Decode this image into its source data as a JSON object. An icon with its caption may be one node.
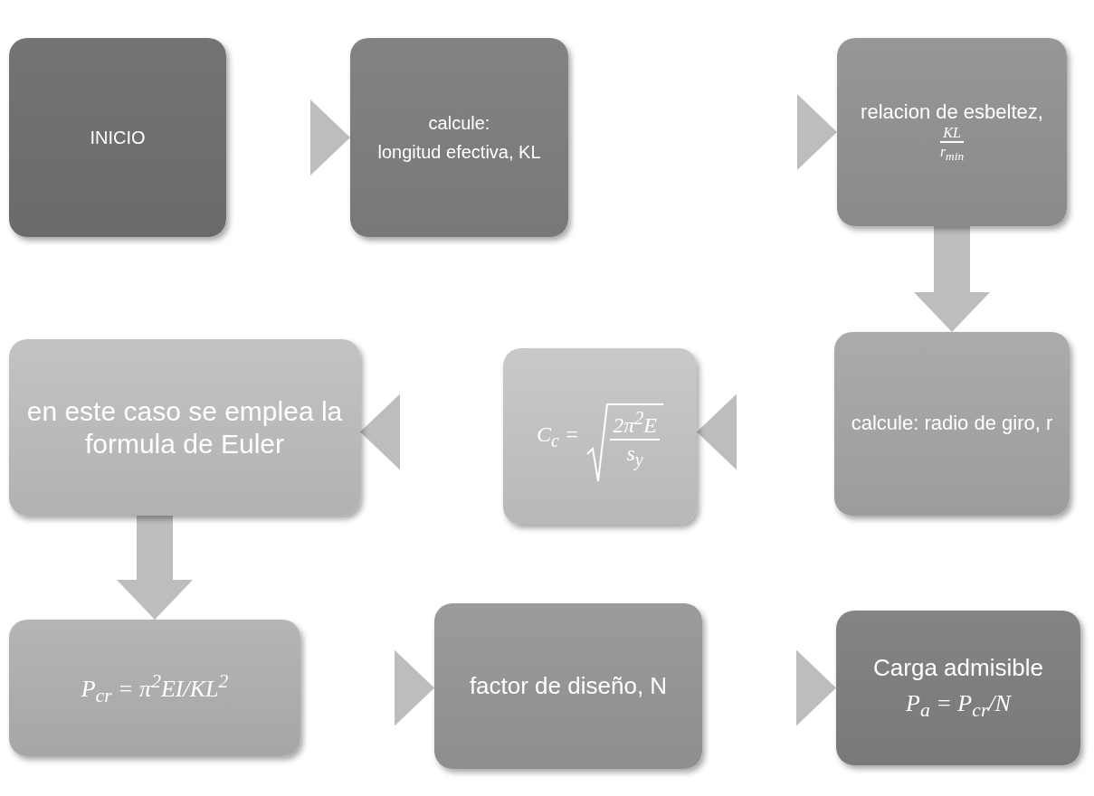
{
  "diagram": {
    "nodes": [
      {
        "text": [
          "INICIO"
        ]
      },
      {
        "text": [
          "calcule:",
          "longitud efectiva, KL"
        ]
      },
      {
        "text": [
          "relacion de esbeltez,",
          "KL",
          "r$_{min}$"
        ]
      },
      {
        "text": [
          "calcule: radio de giro, r"
        ]
      },
      {
        "text": [
          "C$_{c}$ =",
          "2π$^{2}$E",
          "s$_{y}$"
        ]
      },
      {
        "text": [
          "en este caso se emplea la formula de Euler"
        ]
      },
      {
        "text": [
          "P$_{cr}$ = π$^{2}$EI/KL$^{2}$"
        ]
      },
      {
        "text": [
          "factor de diseño, N"
        ]
      },
      {
        "text": [
          "Carga admisible",
          "P$_{a}$ = P$_{cr}$/N"
        ]
      }
    ],
    "edges": [
      {
        "from": 0,
        "to": 1,
        "arrow": "to"
      },
      {
        "from": 1,
        "to": 2,
        "arrow": "to"
      },
      {
        "from": 2,
        "to": 3,
        "arrow": "to"
      },
      {
        "from": 3,
        "to": 4,
        "arrow": "to"
      },
      {
        "from": 4,
        "to": 5,
        "arrow": "to"
      },
      {
        "from": 5,
        "to": 6,
        "arrow": "to"
      },
      {
        "from": 6,
        "to": 7,
        "arrow": "to"
      },
      {
        "from": 7,
        "to": 8,
        "arrow": "to"
      }
    ]
  }
}
